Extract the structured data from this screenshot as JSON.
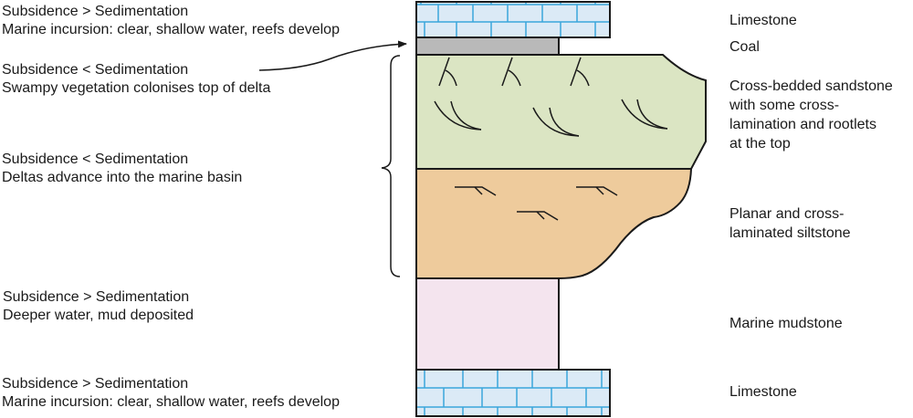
{
  "diagram": {
    "type": "stratigraphic-log",
    "colors": {
      "limestone_fill": "#dbeaf6",
      "limestone_lines": "#3aa6dc",
      "coal_fill": "#b9b9b9",
      "sandstone_fill": "#dbe5c3",
      "siltstone_fill": "#eecb9c",
      "mudstone_fill": "#f4e4ee",
      "outline": "#1a1a1a"
    },
    "left_annotations": [
      {
        "line1": "Subsidence > Sedimentation",
        "line2": "Marine incursion: clear, shallow water, reefs develop"
      },
      {
        "line1": "Subsidence < Sedimentation",
        "line2": "Swampy vegetation colonises top of delta"
      },
      {
        "line1": "Subsidence < Sedimentation",
        "line2": "Deltas advance into the marine basin"
      },
      {
        "line1": "Subsidence > Sedimentation",
        "line2": "Deeper water, mud deposited"
      },
      {
        "line1": "Subsidence > Sedimentation",
        "line2": "Marine incursion: clear, shallow water, reefs develop"
      }
    ],
    "layers": [
      {
        "name": "Limestone",
        "lines": [
          "Limestone"
        ]
      },
      {
        "name": "Coal",
        "lines": [
          "Coal"
        ]
      },
      {
        "name": "Cross-bedded sandstone",
        "lines": [
          "Cross-bedded sandstone",
          "with some cross-",
          "lamination and rootlets",
          "at the top"
        ]
      },
      {
        "name": "Siltstone",
        "lines": [
          "Planar and cross-",
          "laminated siltstone"
        ]
      },
      {
        "name": "Marine mudstone",
        "lines": [
          "Marine mudstone"
        ]
      },
      {
        "name": "Limestone",
        "lines": [
          "Limestone"
        ]
      }
    ]
  }
}
